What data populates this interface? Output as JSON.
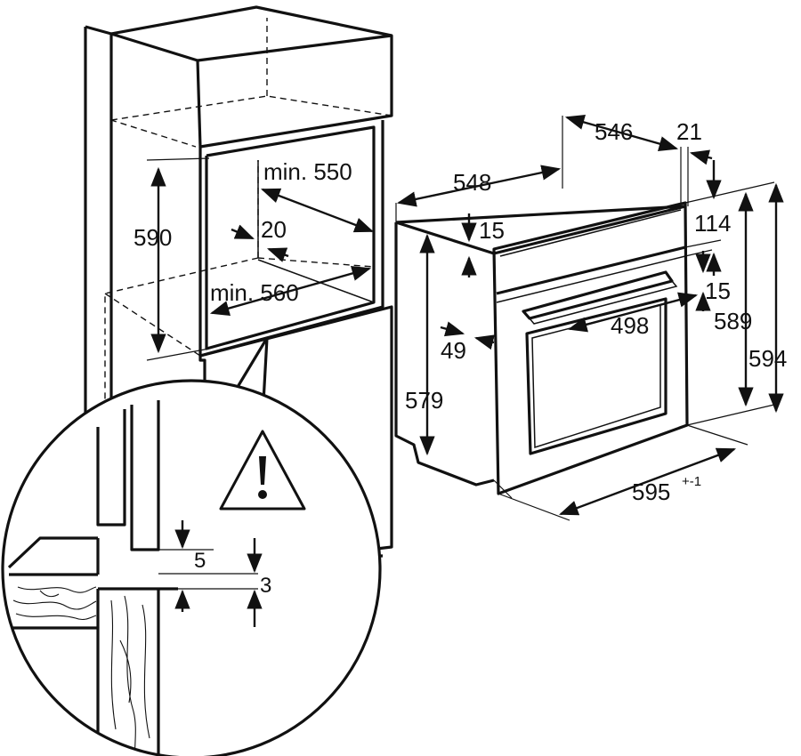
{
  "dimensions": {
    "niche_depth": "min. 550",
    "niche_width": "min. 560",
    "niche_height": "590",
    "gap_20": "20",
    "oven_depth_total": "548",
    "oven_depth_body": "546",
    "front_thickness": "21",
    "top_15": "15",
    "control_panel": "114",
    "handle_15": "15",
    "inner_width": "498",
    "left_49": "49",
    "body_height": "579",
    "front_height": "589",
    "total_height": "594",
    "front_width": "595",
    "front_width_tolerance": "+-1",
    "detail_gap_5": "5",
    "detail_gap_3": "3"
  },
  "icons": {
    "warning": "warning-triangle-icon"
  }
}
